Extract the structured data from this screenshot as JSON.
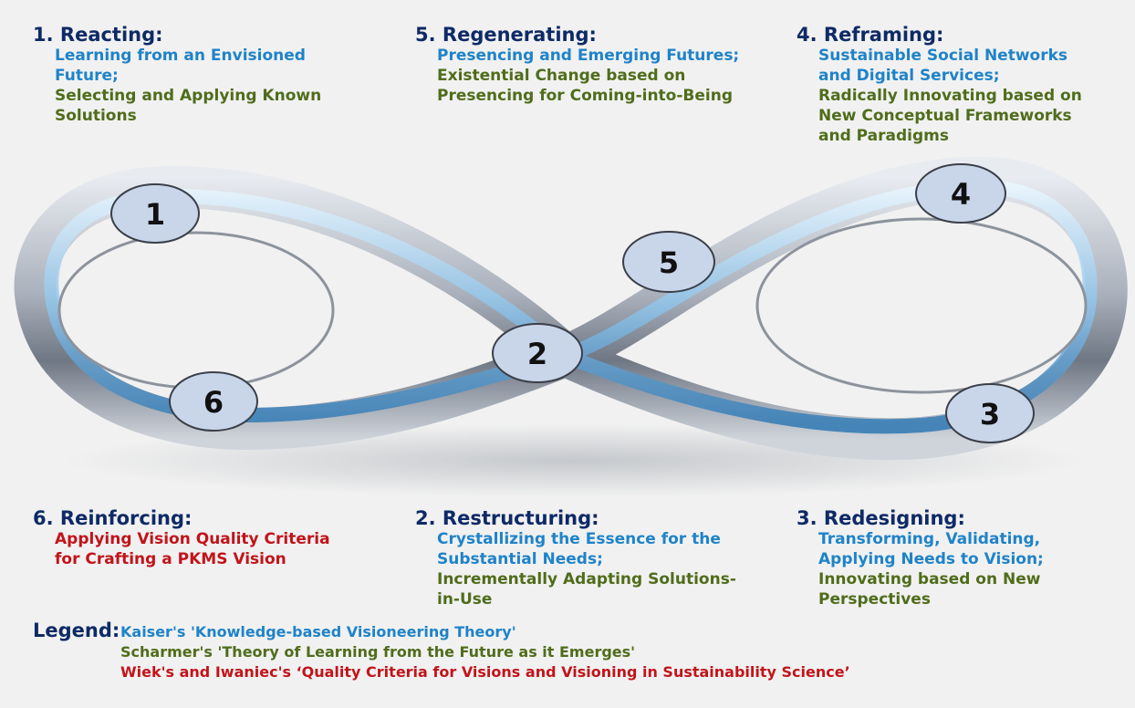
{
  "stages": [
    {
      "id": "1",
      "title": "1. Reacting:",
      "lines": [
        {
          "text": "Learning from an Envisioned",
          "color": "blue"
        },
        {
          "text": "Future;",
          "color": "blue"
        },
        {
          "text": "Selecting and Applying Known",
          "color": "green"
        },
        {
          "text": "Solutions",
          "color": "green"
        }
      ]
    },
    {
      "id": "5",
      "title": "5. Regenerating:",
      "lines": [
        {
          "text": "Presencing and Emerging Futures;",
          "color": "blue"
        },
        {
          "text": "Existential Change based on",
          "color": "green"
        },
        {
          "text": "Presencing for Coming-into-Being",
          "color": "green"
        }
      ]
    },
    {
      "id": "4",
      "title": "4. Reframing:",
      "lines": [
        {
          "text": "Sustainable Social Networks",
          "color": "blue"
        },
        {
          "text": "and Digital Services;",
          "color": "blue"
        },
        {
          "text": "Radically Innovating based on",
          "color": "green"
        },
        {
          "text": "New Conceptual Frameworks",
          "color": "green"
        },
        {
          "text": "and Paradigms",
          "color": "green"
        }
      ]
    },
    {
      "id": "6",
      "title": "6. Reinforcing:",
      "lines": [
        {
          "text": "Applying Vision Quality Criteria",
          "color": "red"
        },
        {
          "text": "for Crafting a PKMS Vision",
          "color": "red"
        }
      ]
    },
    {
      "id": "2",
      "title": "2. Restructuring:",
      "lines": [
        {
          "text": "Crystallizing the Essence for the",
          "color": "blue"
        },
        {
          "text": "Substantial Needs;",
          "color": "blue"
        },
        {
          "text": "Incrementally Adapting Solutions-",
          "color": "green"
        },
        {
          "text": "in-Use",
          "color": "green"
        }
      ]
    },
    {
      "id": "3",
      "title": "3. Redesigning:",
      "lines": [
        {
          "text": "Transforming, Validating,",
          "color": "blue"
        },
        {
          "text": "Applying Needs to Vision;",
          "color": "blue"
        },
        {
          "text": "Innovating based on New",
          "color": "green"
        },
        {
          "text": "Perspectives",
          "color": "green"
        }
      ]
    }
  ],
  "markers": [
    "1",
    "5",
    "4",
    "2",
    "6",
    "3"
  ],
  "legend": {
    "label": "Legend:",
    "items": [
      {
        "text": "Kaiser's 'Knowledge-based Visioneering Theory'",
        "color": "blue"
      },
      {
        "text": "Scharmer's 'Theory of Learning from the Future as it Emerges'",
        "color": "green"
      },
      {
        "text": "Wiek's and Iwaniec's ‘Quality Criteria for Visions and Visioning in Sustainability Science’",
        "color": "red"
      }
    ]
  },
  "colors": {
    "title": "#0e2a66",
    "blue": "#1f83c8",
    "green": "#4f6d1b",
    "red": "#c2141a",
    "marker_fill": "#c9d6ea"
  }
}
